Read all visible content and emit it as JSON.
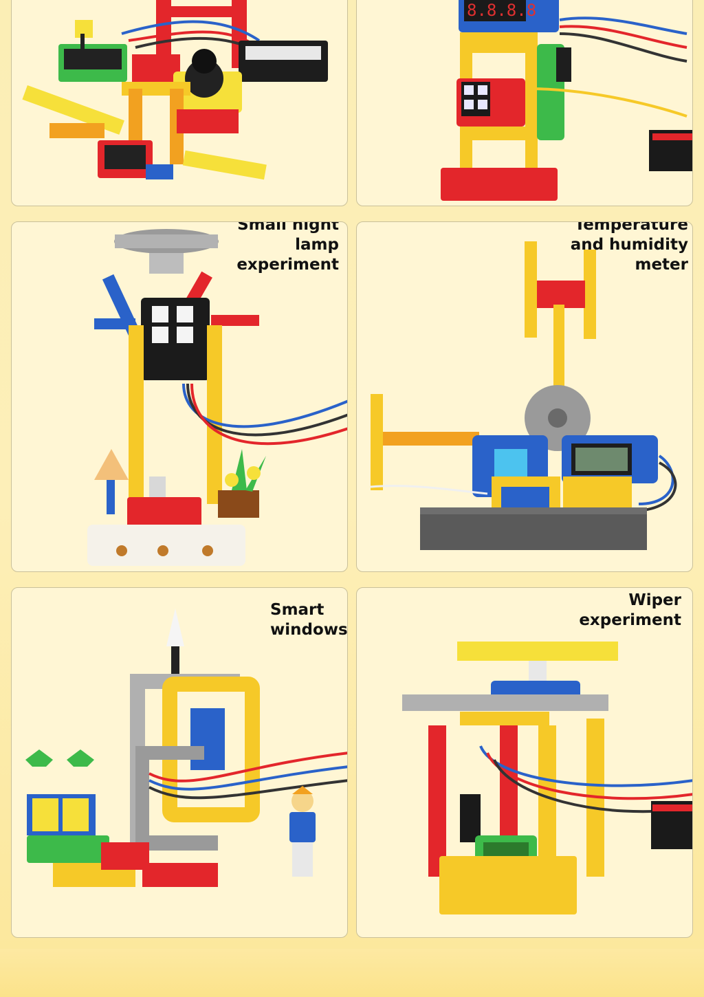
{
  "panels": [
    {
      "id": "top-left",
      "title_lines": []
    },
    {
      "id": "top-right",
      "title_lines": []
    },
    {
      "id": "night-lamp",
      "title_lines": [
        "Small night",
        "lamp",
        "experiment"
      ]
    },
    {
      "id": "temp-humidity",
      "title_lines": [
        "Temperature",
        "and humidity",
        "meter"
      ]
    },
    {
      "id": "smart-windows",
      "title_lines": [
        "Smart",
        "windows"
      ]
    },
    {
      "id": "wiper",
      "title_lines": [
        "Wiper",
        "experiment"
      ]
    }
  ],
  "colors": {
    "card_bg": "#fff6d4",
    "brick_yellow": "#f6c928",
    "brick_red": "#e3262b",
    "brick_blue": "#2a62c9",
    "brick_green": "#3dba4a",
    "brick_gray": "#8a8a8a"
  }
}
